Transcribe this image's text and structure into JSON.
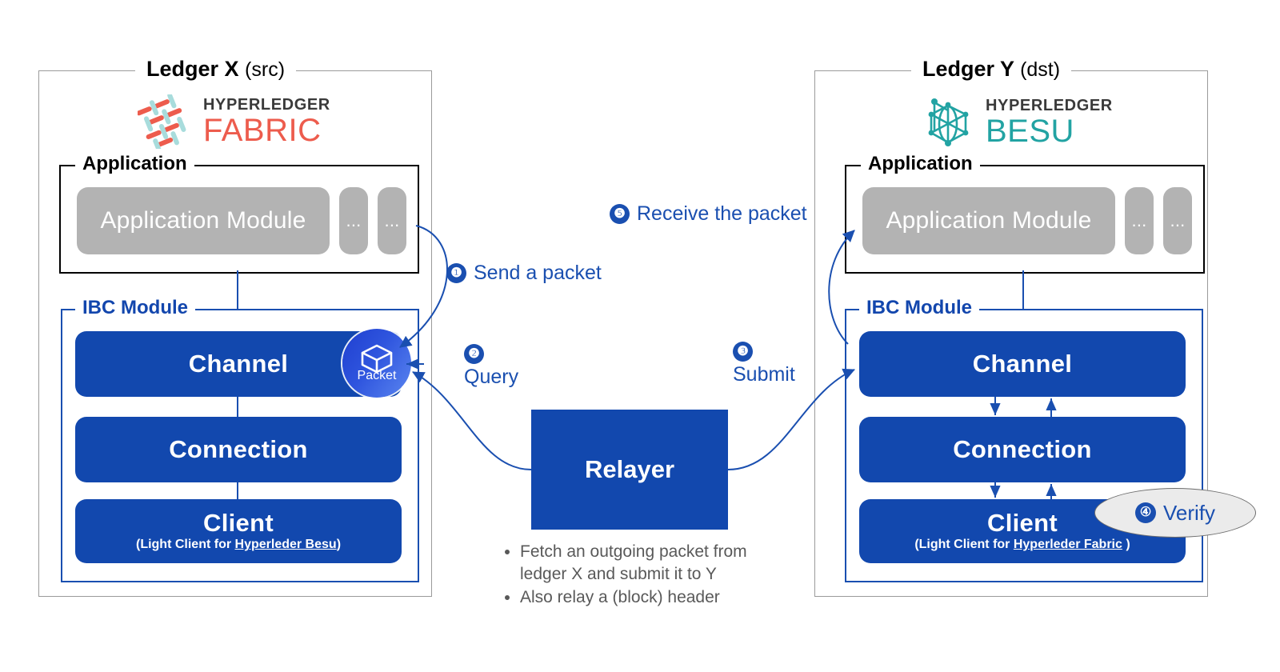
{
  "diagram": {
    "title": "IBC packet relay between Hyperledger Fabric and Hyperledger Besu",
    "accent_blue": "#1248ae",
    "label_blue": "#1a4fb0",
    "module_gray": "#b3b3b3",
    "text_gray": "#595959",
    "fabric_red": "#ed5c4d",
    "besu_teal": "#22a3a3"
  },
  "ledger_x": {
    "title_main": "Ledger X",
    "title_sub": "(src)",
    "logo": {
      "top": "HYPERLEDGER",
      "main": "FABRIC",
      "icon": "hyperledger-fabric-logo"
    },
    "application": {
      "frame_label": "Application",
      "module_label": "Application Module",
      "extra_modules": [
        "...",
        "..."
      ]
    },
    "ibc": {
      "frame_label": "IBC Module",
      "layers": [
        {
          "name": "Channel",
          "sub": ""
        },
        {
          "name": "Connection",
          "sub": ""
        },
        {
          "name": "Client",
          "sub_prefix": "(Light Client for ",
          "sub_link": "Hyperleder Besu",
          "sub_suffix": ")"
        }
      ]
    },
    "packet": {
      "label": "Packet",
      "icon": "open-box-icon"
    }
  },
  "ledger_y": {
    "title_main": "Ledger Y",
    "title_sub": "(dst)",
    "logo": {
      "top": "HYPERLEDGER",
      "main": "BESU",
      "icon": "hyperledger-besu-logo"
    },
    "application": {
      "frame_label": "Application",
      "module_label": "Application Module",
      "extra_modules": [
        "...",
        "..."
      ]
    },
    "ibc": {
      "frame_label": "IBC Module",
      "layers": [
        {
          "name": "Channel",
          "sub": ""
        },
        {
          "name": "Connection",
          "sub": ""
        },
        {
          "name": "Client",
          "sub_prefix": "(Light Client for ",
          "sub_link": "Hyperleder Fabric",
          "sub_suffix": " )"
        }
      ]
    },
    "verify": {
      "badge": "④",
      "label": "Verify"
    }
  },
  "relayer": {
    "label": "Relayer",
    "notes": [
      "Fetch an outgoing packet from ledger X and submit it to Y",
      "Also relay a (block) header"
    ]
  },
  "steps": [
    {
      "badge": "❶",
      "label": "Send a packet"
    },
    {
      "badge": "❷",
      "label": "Query"
    },
    {
      "badge": "❸",
      "label": "Submit"
    },
    {
      "badge": "④",
      "label": "Verify"
    },
    {
      "badge": "❺",
      "label": "Receive the packet"
    }
  ]
}
